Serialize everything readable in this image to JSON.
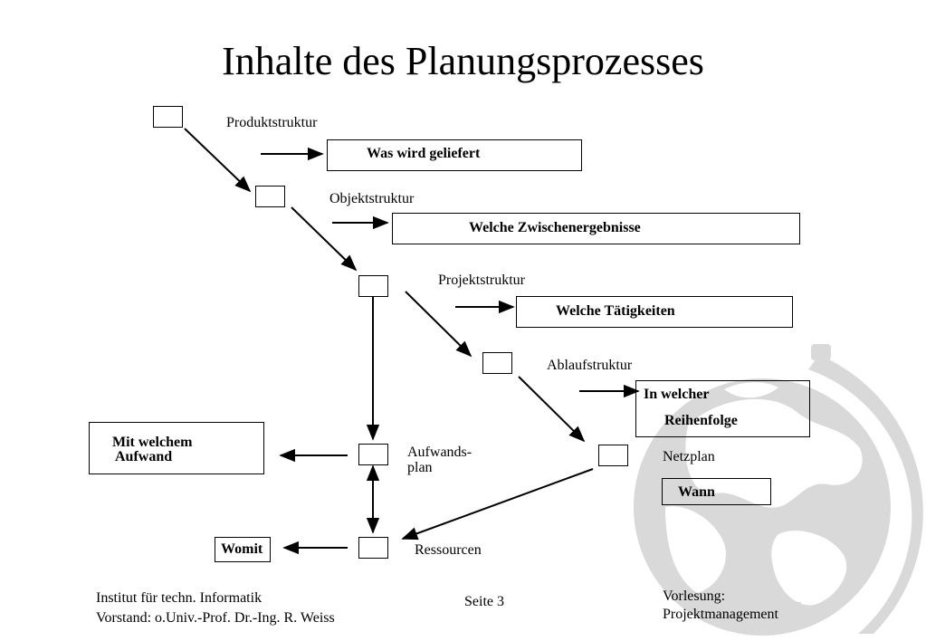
{
  "title": "Inhalte des Planungsprozesses",
  "labels": {
    "produktstruktur": "Produktstruktur",
    "objektstruktur": "Objektstruktur",
    "projektstruktur": "Projektstruktur",
    "ablaufstruktur": "Ablaufstruktur",
    "netzplan": "Netzplan",
    "aufwandsplan_1": "Aufwands-",
    "aufwandsplan_2": "plan",
    "ressourcen": "Ressourcen"
  },
  "questions": {
    "was_geliefert": "Was wird geliefert",
    "zwischenergebnisse": "Welche Zwischenergebnisse",
    "taetigkeiten": "Welche Tätigkeiten",
    "reihenfolge_1": "In welcher",
    "reihenfolge_2": "Reihenfolge",
    "wann": "Wann",
    "aufwand_1": "Mit welchem",
    "aufwand_2": "Aufwand",
    "womit": "Womit"
  },
  "footer": {
    "institut": "Institut für techn. Informatik",
    "vorstand": "Vorstand: o.Univ.-Prof. Dr.-Ing. R. Weiss",
    "seite": "Seite 3",
    "vorlesung_1": "Vorlesung:",
    "vorlesung_2": "Projektmanagement"
  },
  "colors": {
    "watermark": "#d6d6d6",
    "ink": "#000000"
  }
}
